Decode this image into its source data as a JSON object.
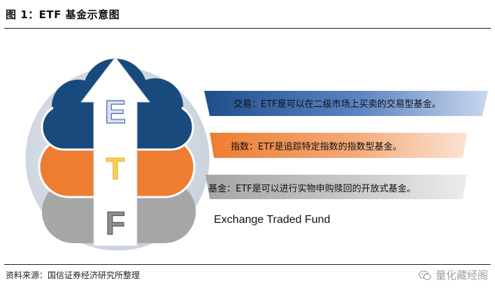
{
  "figure": {
    "title": "图 1：ETF 基金示意图",
    "source": "资料来源：国信证券经济研究所整理",
    "watermark": "量化藏经阁"
  },
  "diagram": {
    "letters": [
      "E",
      "T",
      "F"
    ],
    "full_name": "Exchange Traded Fund",
    "banners": [
      {
        "text": "交易：ETF是可以在二级市场上买卖的交易型基金。",
        "color": "#1f4e8c"
      },
      {
        "text": "指数：ETF是追踪特定指数的指数型基金。",
        "color": "#ed7d31"
      },
      {
        "text": "基金：ETF是可以进行实物申购赎回的开放式基金。",
        "color": "#a6a6a6"
      }
    ],
    "colors": {
      "blue": "#184a7e",
      "orange": "#ed7d31",
      "gray": "#a6a6a6",
      "circle": "#d6dce4"
    }
  }
}
